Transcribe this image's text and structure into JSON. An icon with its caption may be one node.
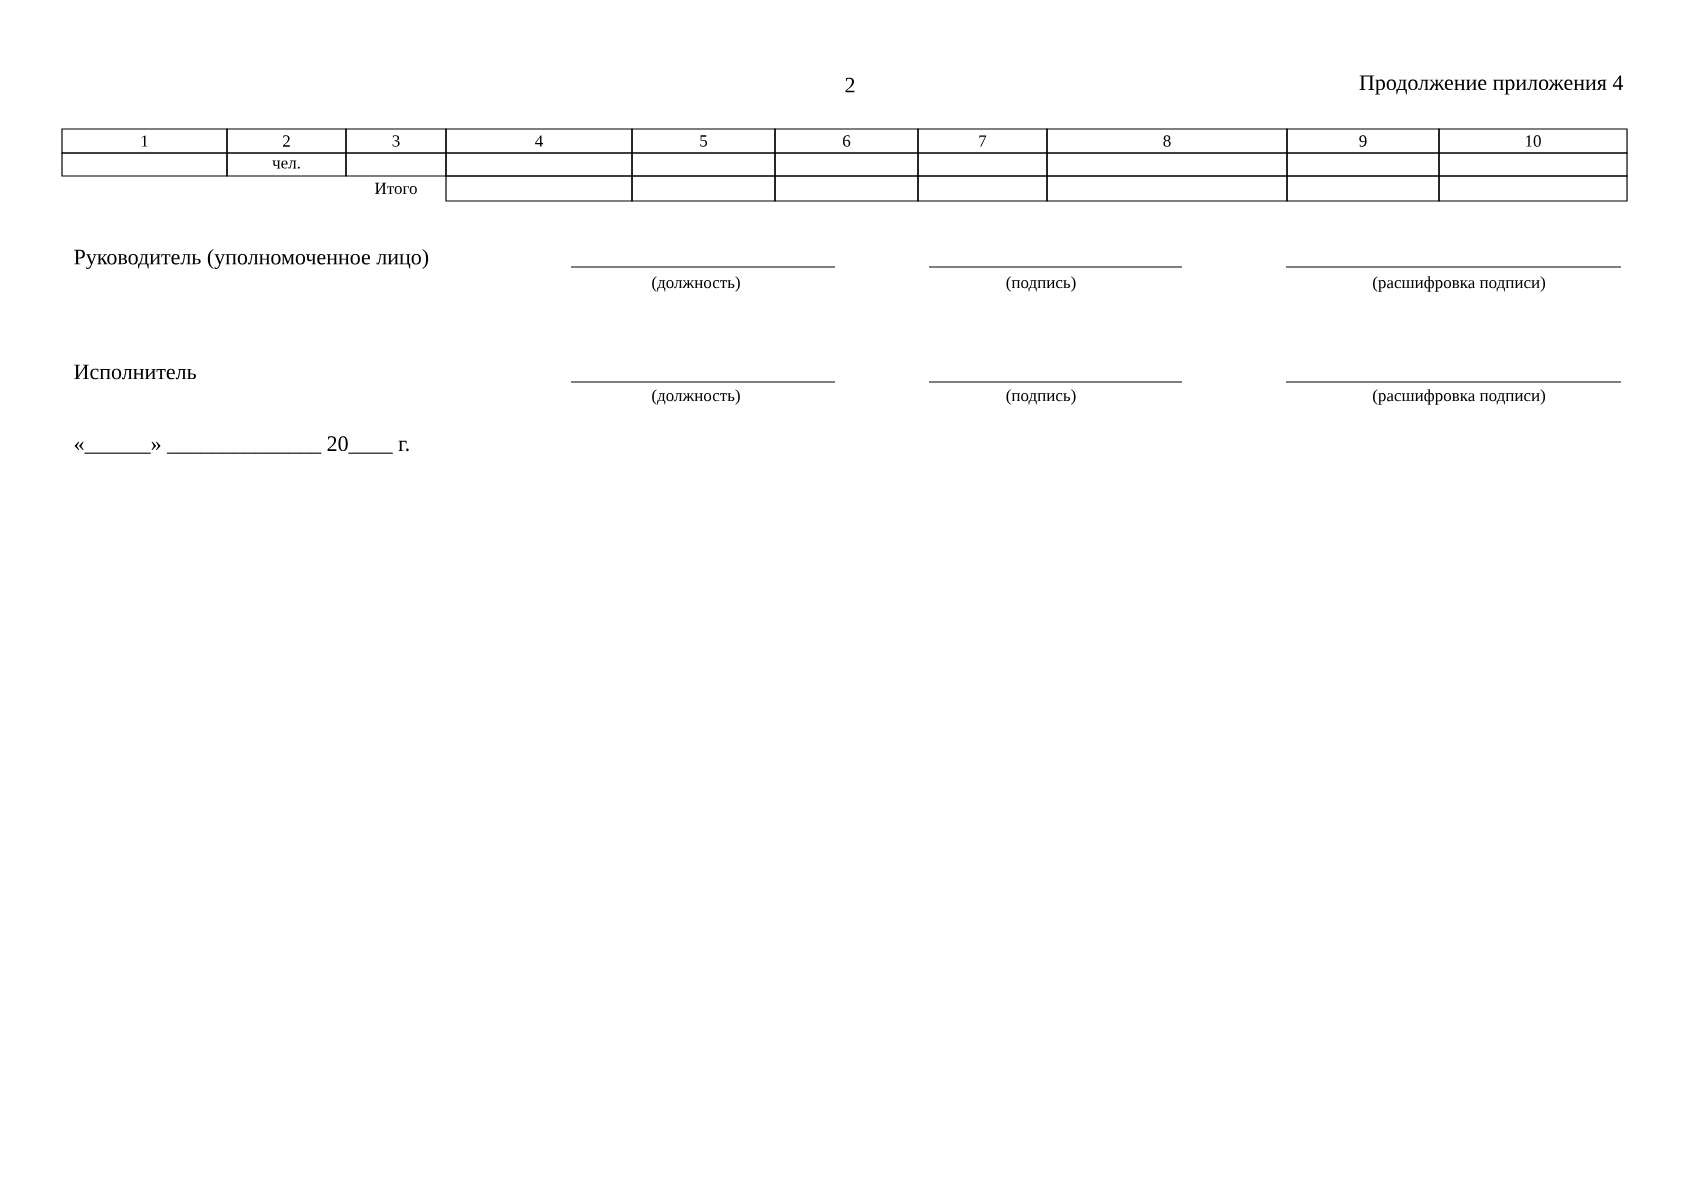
{
  "diagram": {
    "labels": [
      "2",
      "Продолжение приложения 4",
      "1",
      "2",
      "3",
      "4",
      "5",
      "6",
      "7",
      "8",
      "9",
      "10",
      "чел.",
      "Итого",
      "Руководитель (уполномоченное лицо)",
      "(должность)",
      "(подпись)",
      "(расшифровка подписи)",
      "Исполнитель",
      "(должность)",
      "(подпись)",
      "(расшифровка подписи)",
      "«______» ______________ 20____ г."
    ]
  }
}
